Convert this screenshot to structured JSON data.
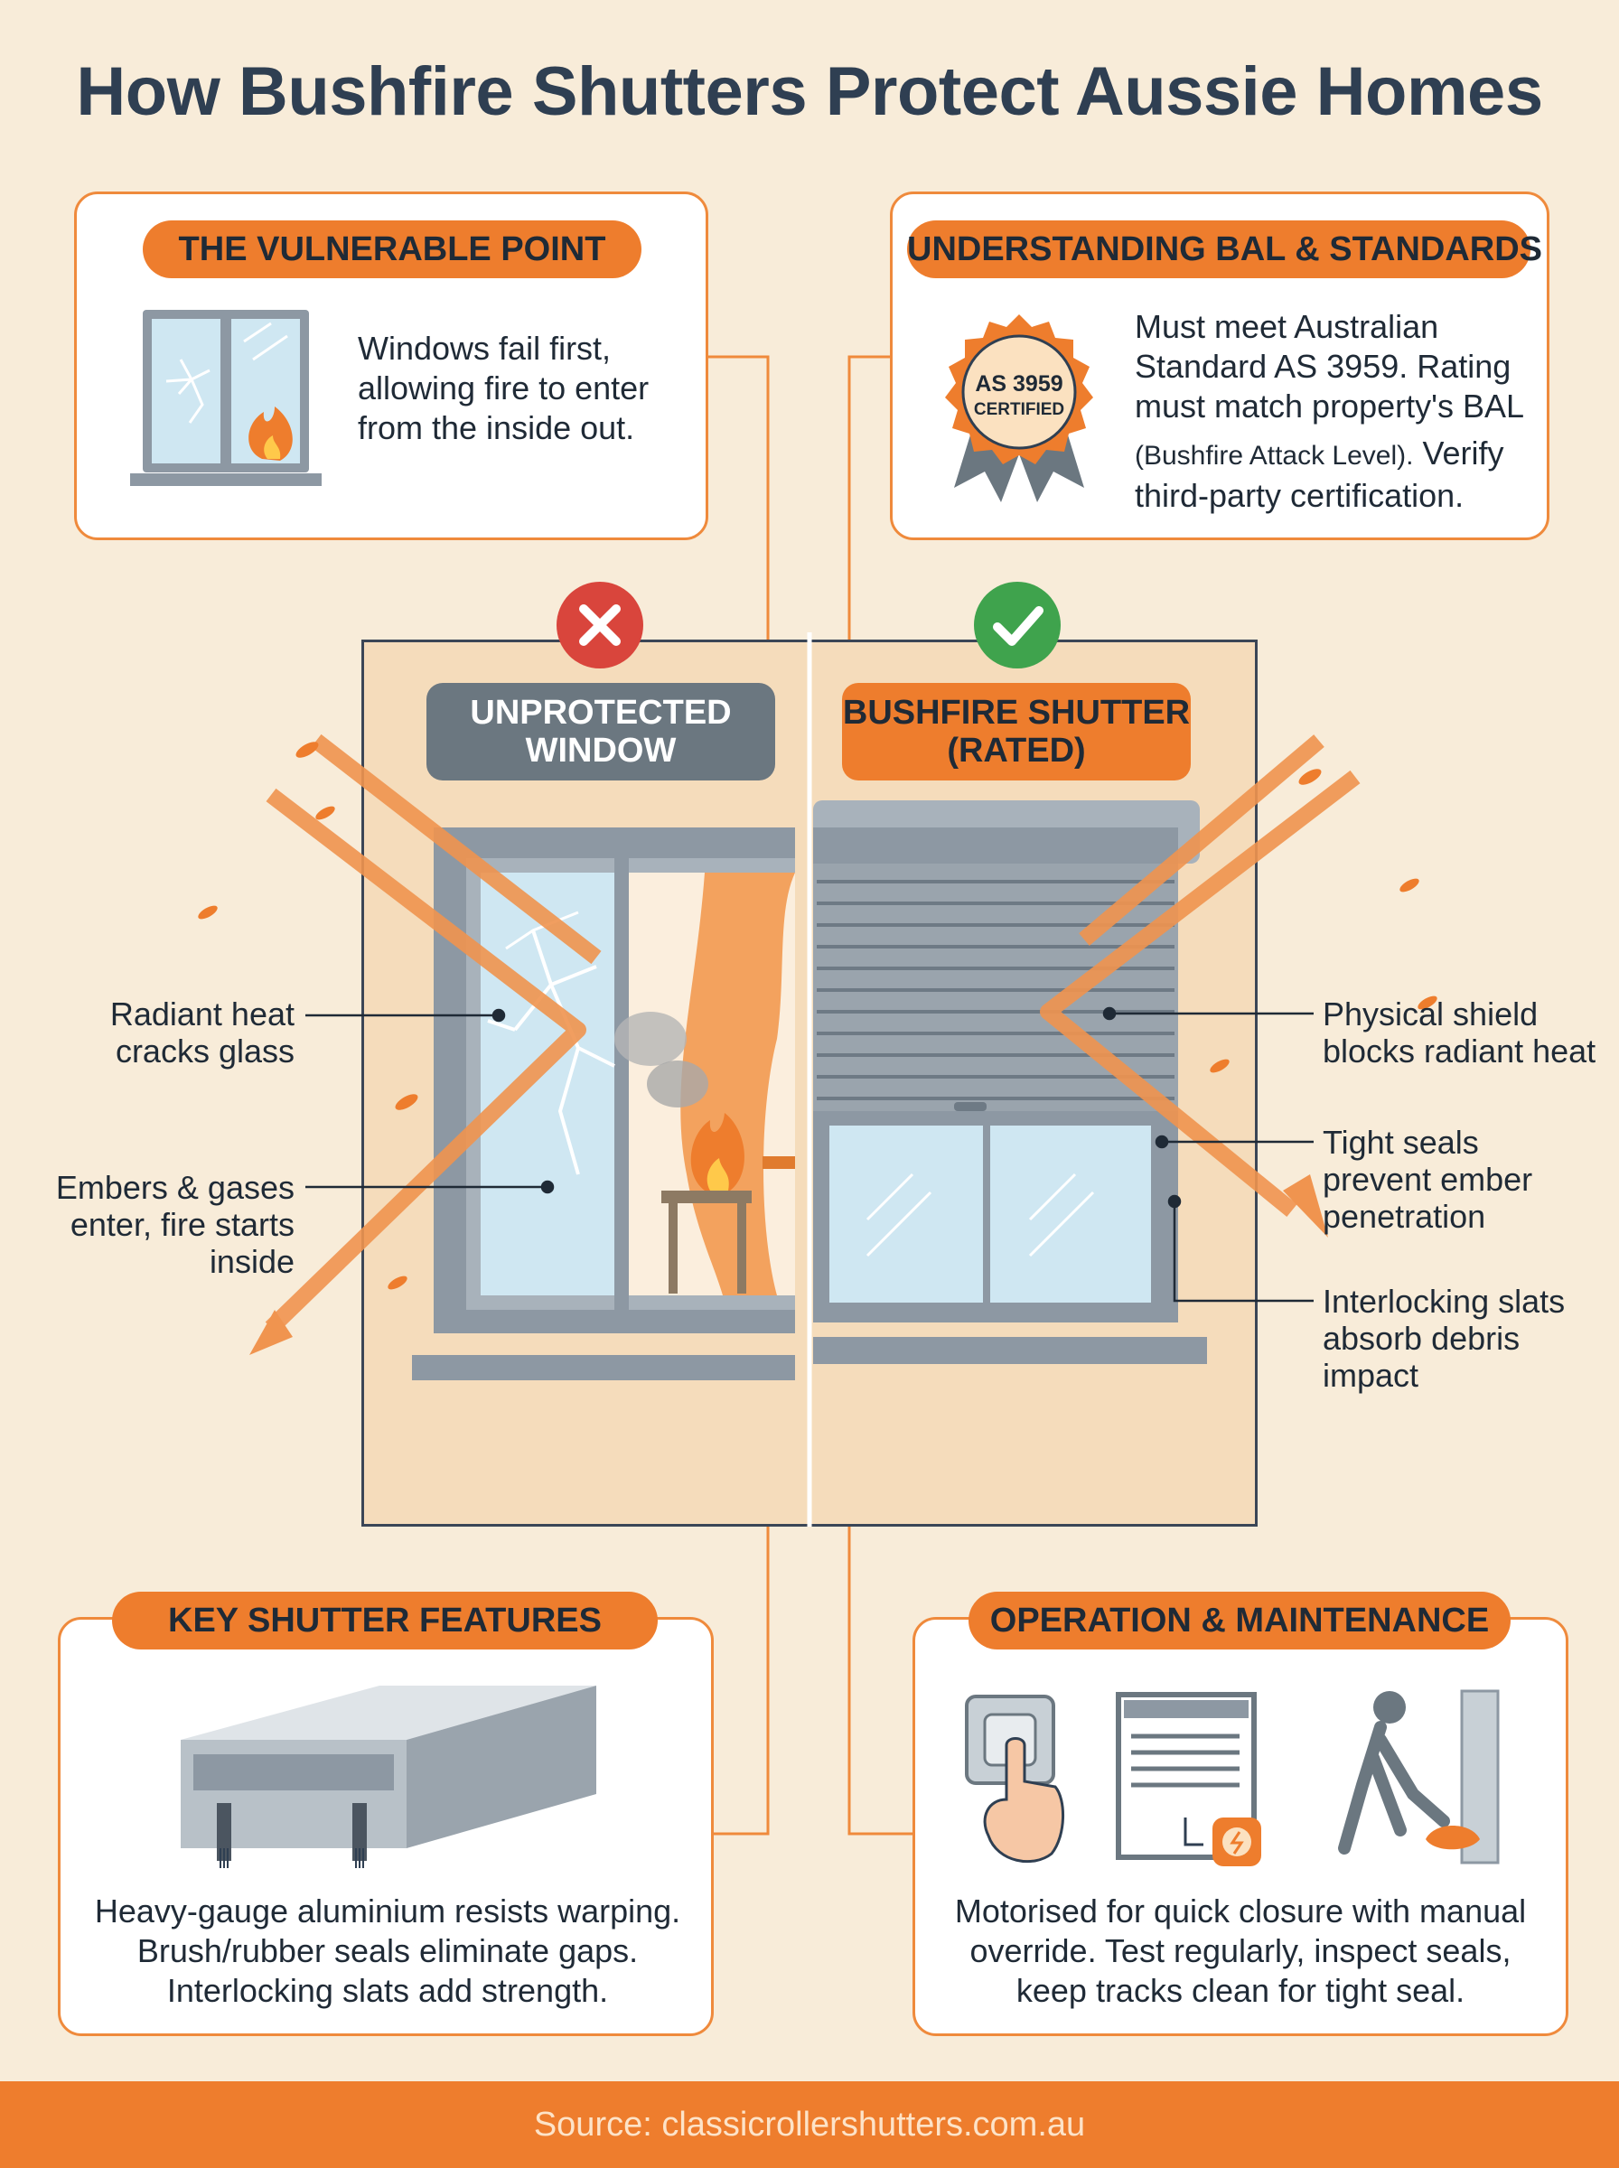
{
  "title": "How Bushfire Shutters Protect Aussie Homes",
  "vulnerable": {
    "heading": "THE VULNERABLE POINT",
    "text": [
      "Windows fail first,",
      "allowing fire to enter",
      "from the inside out."
    ]
  },
  "standards": {
    "heading": "UNDERSTANDING BAL & STANDARDS",
    "badge_line1": "AS 3959",
    "badge_line2": "CERTIFIED",
    "text": [
      "Must meet Australian",
      "Standard AS 3959. Rating",
      "must match property's BAL"
    ],
    "text_small": "(Bushfire Attack Level).",
    "text_tail": " Verify",
    "text_last": "third-party certification."
  },
  "comparison": {
    "left_label": [
      "UNPROTECTED",
      "WINDOW"
    ],
    "right_label": [
      "BUSHFIRE SHUTTER",
      "(RATED)"
    ],
    "left_callouts": [
      [
        "Radiant heat",
        "cracks glass"
      ],
      [
        "Embers & gases",
        "enter, fire starts",
        "inside"
      ]
    ],
    "right_callouts": [
      [
        "Physical shield",
        "blocks radiant heat"
      ],
      [
        "Tight seals",
        "prevent ember",
        "penetration"
      ],
      [
        "Interlocking slats",
        "absorb debris",
        "impact"
      ]
    ]
  },
  "features": {
    "heading": "KEY SHUTTER FEATURES",
    "text": [
      "Heavy-gauge aluminium resists warping.",
      "Brush/rubber seals eliminate gaps.",
      "Interlocking slats add strength."
    ]
  },
  "operation": {
    "heading": "OPERATION & MAINTENANCE",
    "text": [
      "Motorised for quick closure with manual",
      "override. Test regularly, inspect seals,",
      "keep tracks clean for tight seal."
    ]
  },
  "footer": "Source: classicrollershutters.com.au",
  "colors": {
    "background": "#f8ecd9",
    "accent": "#ee7d2d",
    "heading_dark": "#2f3f52",
    "slate": "#6b7780",
    "success": "#3fa34d",
    "danger": "#d9453c"
  }
}
